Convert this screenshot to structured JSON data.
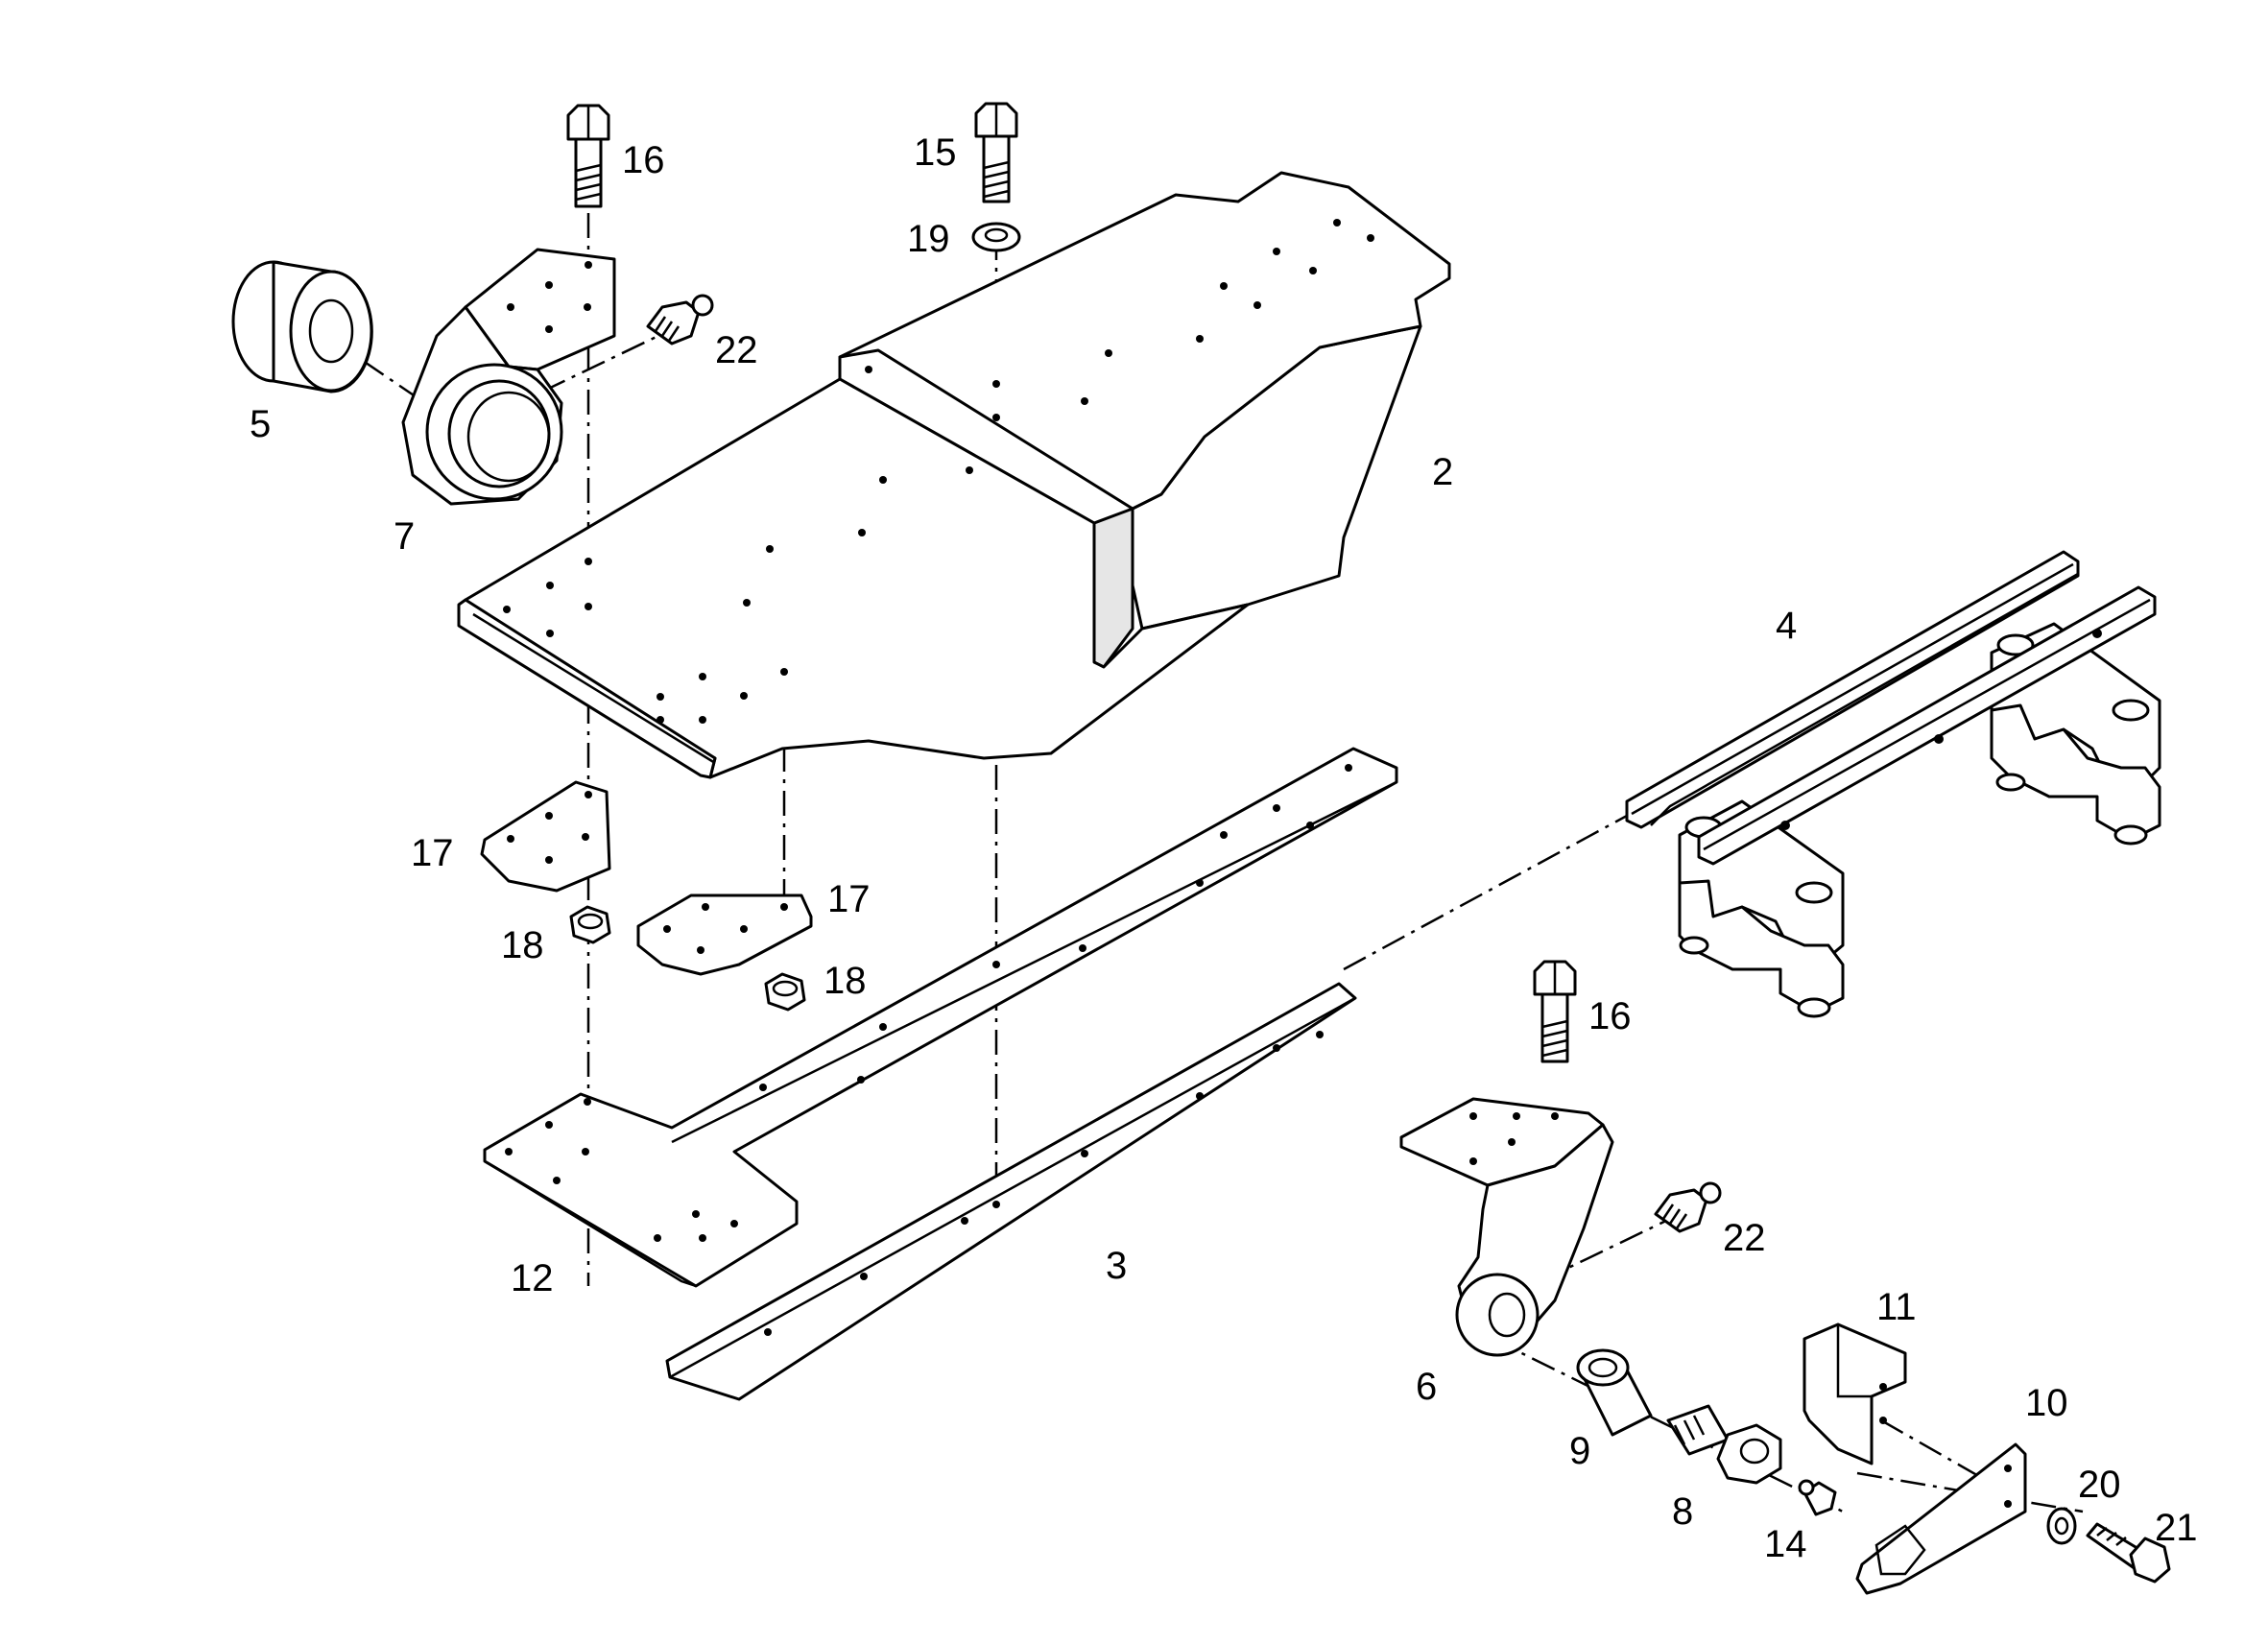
{
  "callouts": {
    "c2": "2",
    "c3": "3",
    "c4": "4",
    "c5": "5",
    "c6": "6",
    "c7": "7",
    "c8": "8",
    "c9": "9",
    "c10": "10",
    "c11": "11",
    "c12": "12",
    "c14": "14",
    "c15": "15",
    "c16a": "16",
    "c16b": "16",
    "c17a": "17",
    "c17b": "17",
    "c18a": "18",
    "c18b": "18",
    "c19": "19",
    "c20": "20",
    "c21": "21",
    "c22a": "22",
    "c22b": "22"
  },
  "colors": {
    "line": "#000000",
    "background": "#ffffff"
  }
}
